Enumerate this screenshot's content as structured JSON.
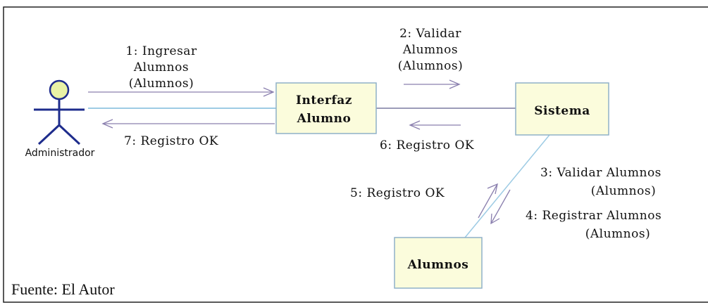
{
  "objects": {
    "actor": {
      "name": "Administrador",
      "icon": "stick-figure-actor-icon"
    },
    "interfaz": {
      "line1": "Interfaz",
      "line2": "Alumno"
    },
    "sistema": {
      "label": "Sistema"
    },
    "alumnos": {
      "label": "Alumnos"
    }
  },
  "messages": {
    "m1": {
      "line1": "1: Ingresar",
      "line2": "Alumnos",
      "line3": "(Alumnos)"
    },
    "m2": {
      "line1": "2: Validar",
      "line2": "Alumnos",
      "line3": "(Alumnos)"
    },
    "m3": {
      "line1": "3: Validar Alumnos",
      "line2": "(Alumnos)"
    },
    "m4": {
      "line1": "4: Registrar Alumnos",
      "line2": "(Alumnos)"
    },
    "m5": {
      "label": "5: Registro OK"
    },
    "m6": {
      "label": "6: Registro OK"
    },
    "m7": {
      "label": "7: Registro OK"
    }
  },
  "source": "Fuente: El Autor",
  "colors": {
    "box_fill": "#fbfcdc",
    "box_stroke": "#8fb1c8",
    "link_line": "#9dcbe4",
    "arrow": "#8a7fae",
    "actor_head": "#e9f2a6",
    "actor_stroke": "#1e2c8c"
  }
}
